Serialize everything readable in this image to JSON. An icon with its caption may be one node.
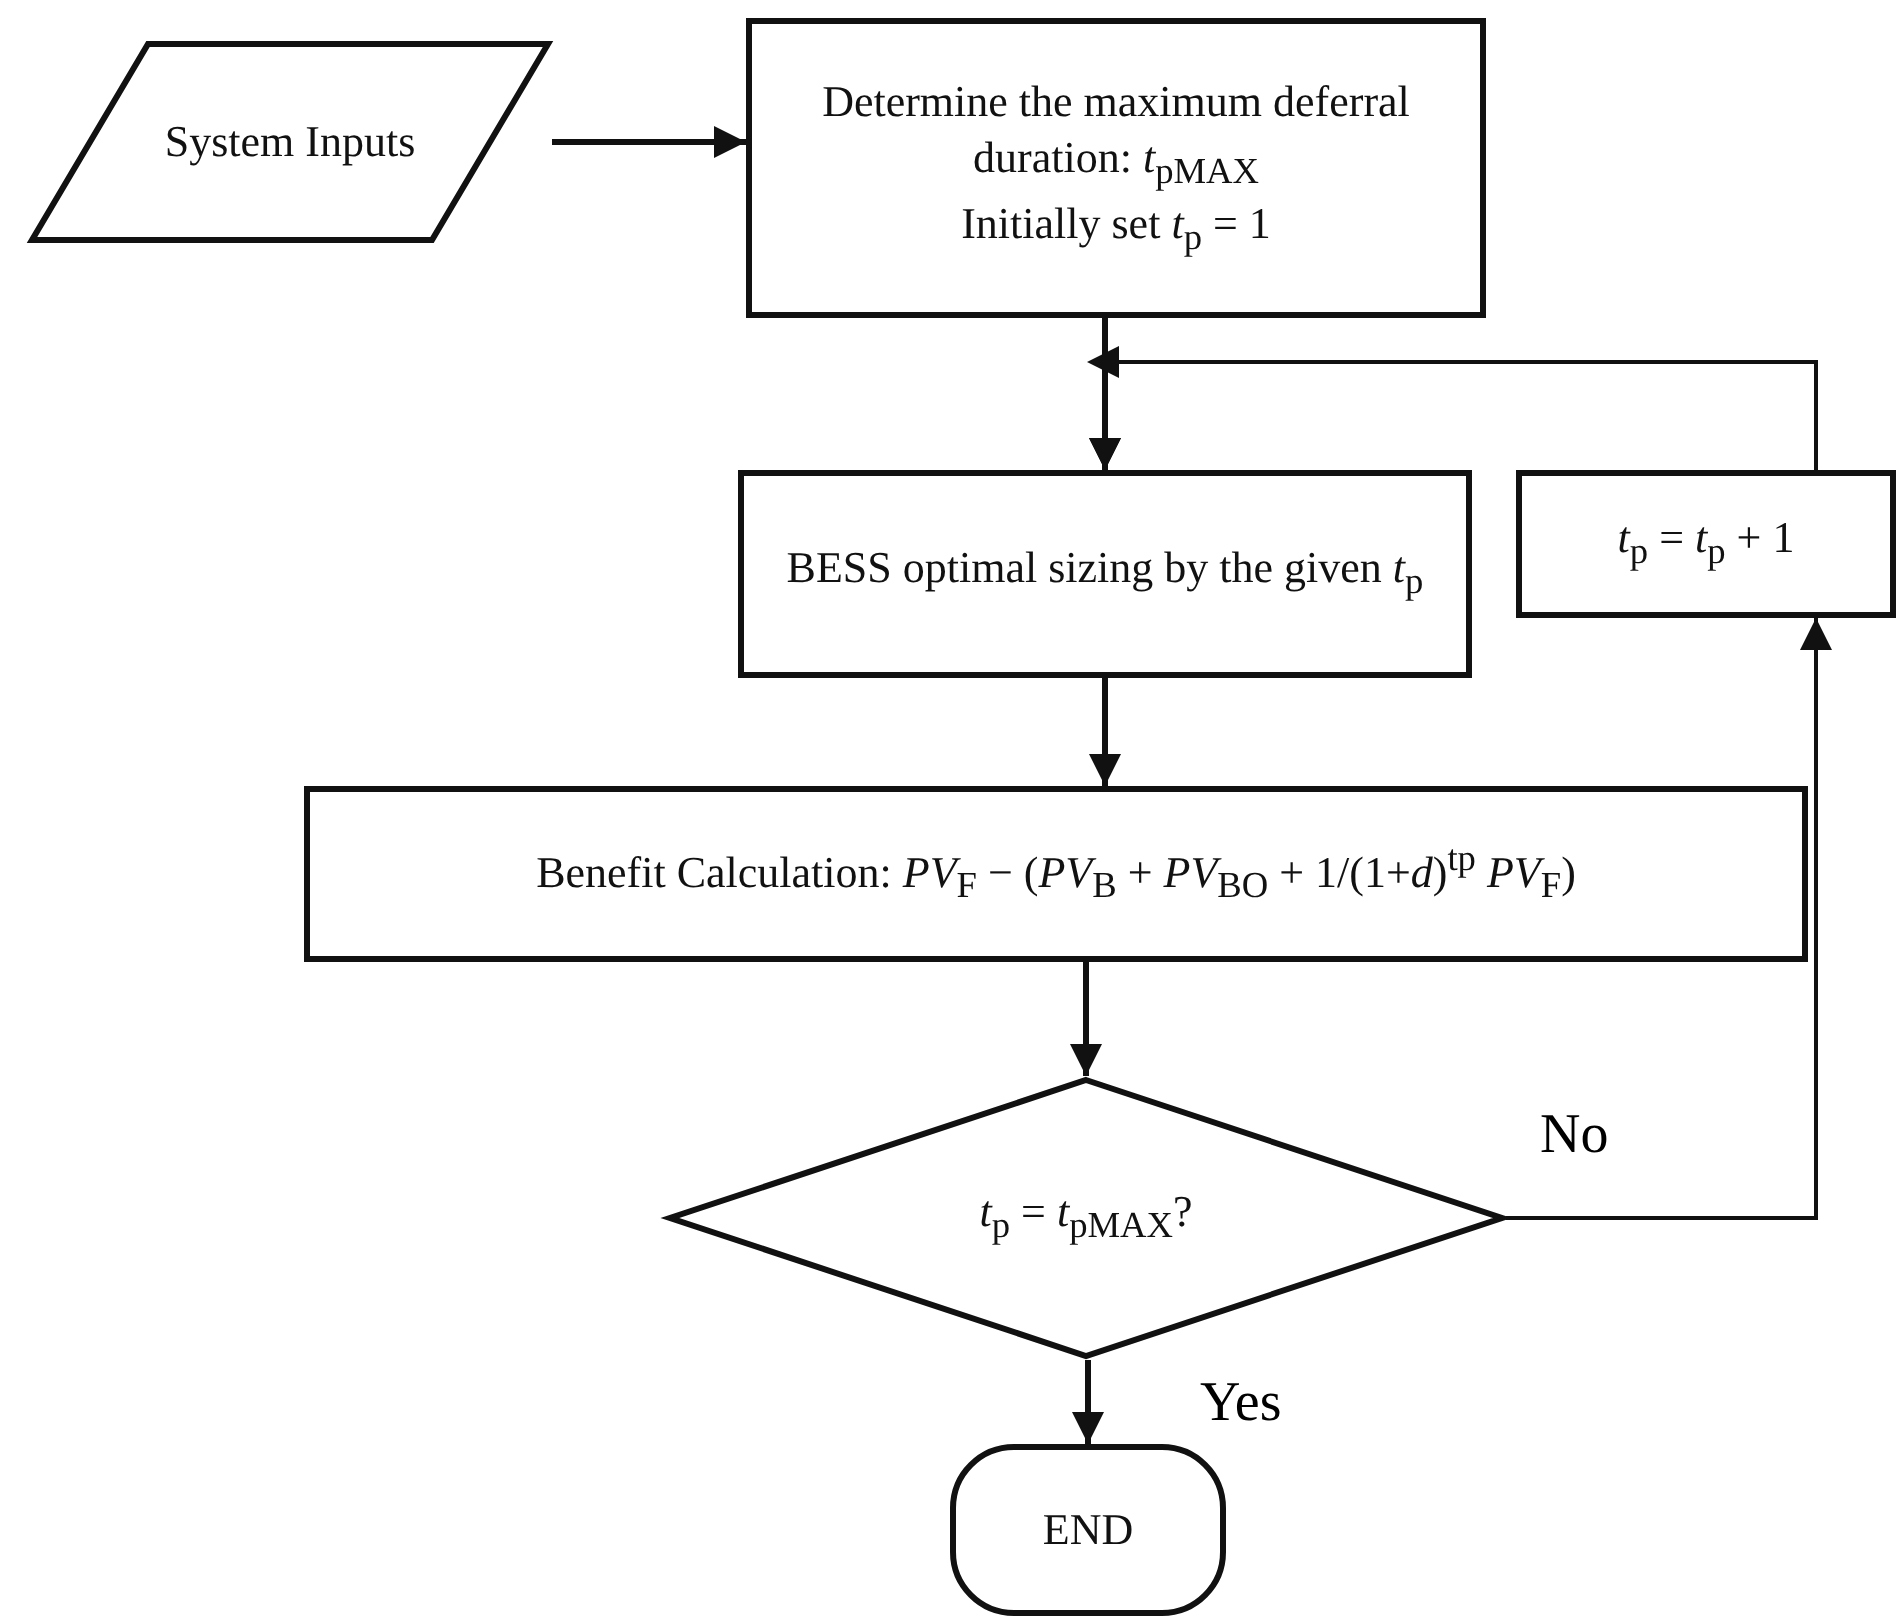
{
  "diagram": {
    "nodes": [
      {
        "text": [
          "System Inputs"
        ]
      },
      {
        "text": [
          "Determine the maximum deferral duration: *t*$_{pMAX}$",
          "Initially set *t*$_{p}$ = 1"
        ]
      },
      {
        "text": [
          "BESS optimal sizing by the given *t*$_{p}$"
        ]
      },
      {
        "text": [
          "*t*$_{p}$ = *t*$_{p}$ + 1"
        ]
      },
      {
        "text": [
          "Benefit Calculation: *PV*$_{F}$ − (*PV*$_{B}$ + *PV*$_{BO}$ + 1/(1+*d*)$^{tp}$ *PV*$_{F}$)"
        ]
      },
      {
        "text": [
          "*t*$_{p}$ = *t*$_{pMAX}$?"
        ]
      },
      {
        "text": [
          "END"
        ]
      }
    ],
    "edges": [
      {
        "from": 0,
        "to": 1,
        "arrow": "to"
      },
      {
        "from": 1,
        "to": 2,
        "arrow": "to"
      },
      {
        "from": 3,
        "to": 2,
        "arrow": "to"
      },
      {
        "from": 2,
        "to": 4,
        "arrow": "to"
      },
      {
        "from": 4,
        "to": 5,
        "arrow": "to"
      },
      {
        "from": 5,
        "to": 3,
        "arrow": "to",
        "label": "No"
      },
      {
        "from": 5,
        "to": 6,
        "arrow": "to",
        "label": "Yes"
      }
    ]
  }
}
